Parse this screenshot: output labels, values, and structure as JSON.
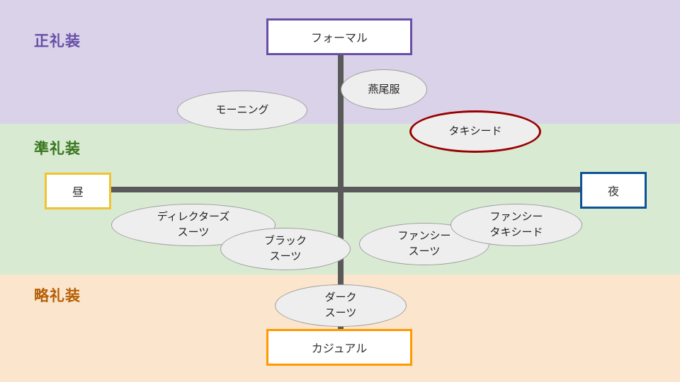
{
  "bands": {
    "formal": "正礼装",
    "semi_formal": "準礼装",
    "casual": "略礼装"
  },
  "axes": {
    "top": "フォーマル",
    "bottom": "カジュアル",
    "left": "昼",
    "right": "夜"
  },
  "items": {
    "morning": "モーニング",
    "tailcoat": "燕尾服",
    "tuxedo": "タキシード",
    "director_suit": "ディレクターズ\nスーツ",
    "black_suit": "ブラック\nスーツ",
    "fancy_suit": "ファンシー\nスーツ",
    "fancy_tuxedo": "ファンシー\nタキシード",
    "dark_suit": "ダーク\nスーツ"
  },
  "colors": {
    "formal_band": "#d9d2e9",
    "semi_formal_band": "#d9ead3",
    "casual_band": "#fce5cd",
    "formal_label": "#674ea7",
    "semi_formal_label": "#38761d",
    "casual_label": "#b45f06",
    "top_box_border": "#674ea7",
    "bottom_box_border": "#ff9900",
    "left_box_border": "#f1c232",
    "right_box_border": "#0b5394",
    "tuxedo_highlight": "#990000"
  }
}
